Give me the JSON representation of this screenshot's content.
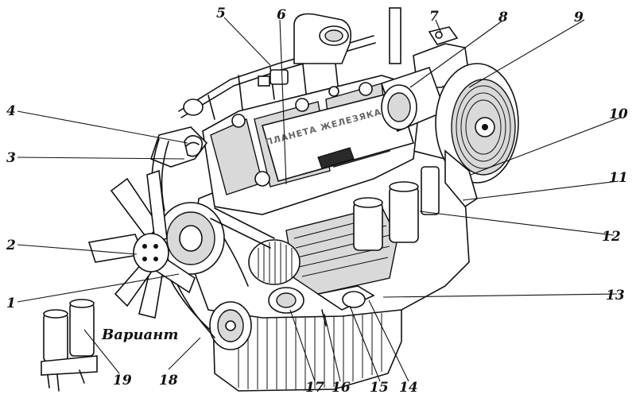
{
  "variant_label": "Вариант",
  "watermark_text": "ПЛАНЕТА ЖЕЛЕЗЯКА",
  "callouts": [
    "1",
    "2",
    "3",
    "4",
    "5",
    "6",
    "7",
    "8",
    "9",
    "10",
    "11",
    "12",
    "13",
    "14",
    "15",
    "16",
    "17",
    "18",
    "19"
  ]
}
